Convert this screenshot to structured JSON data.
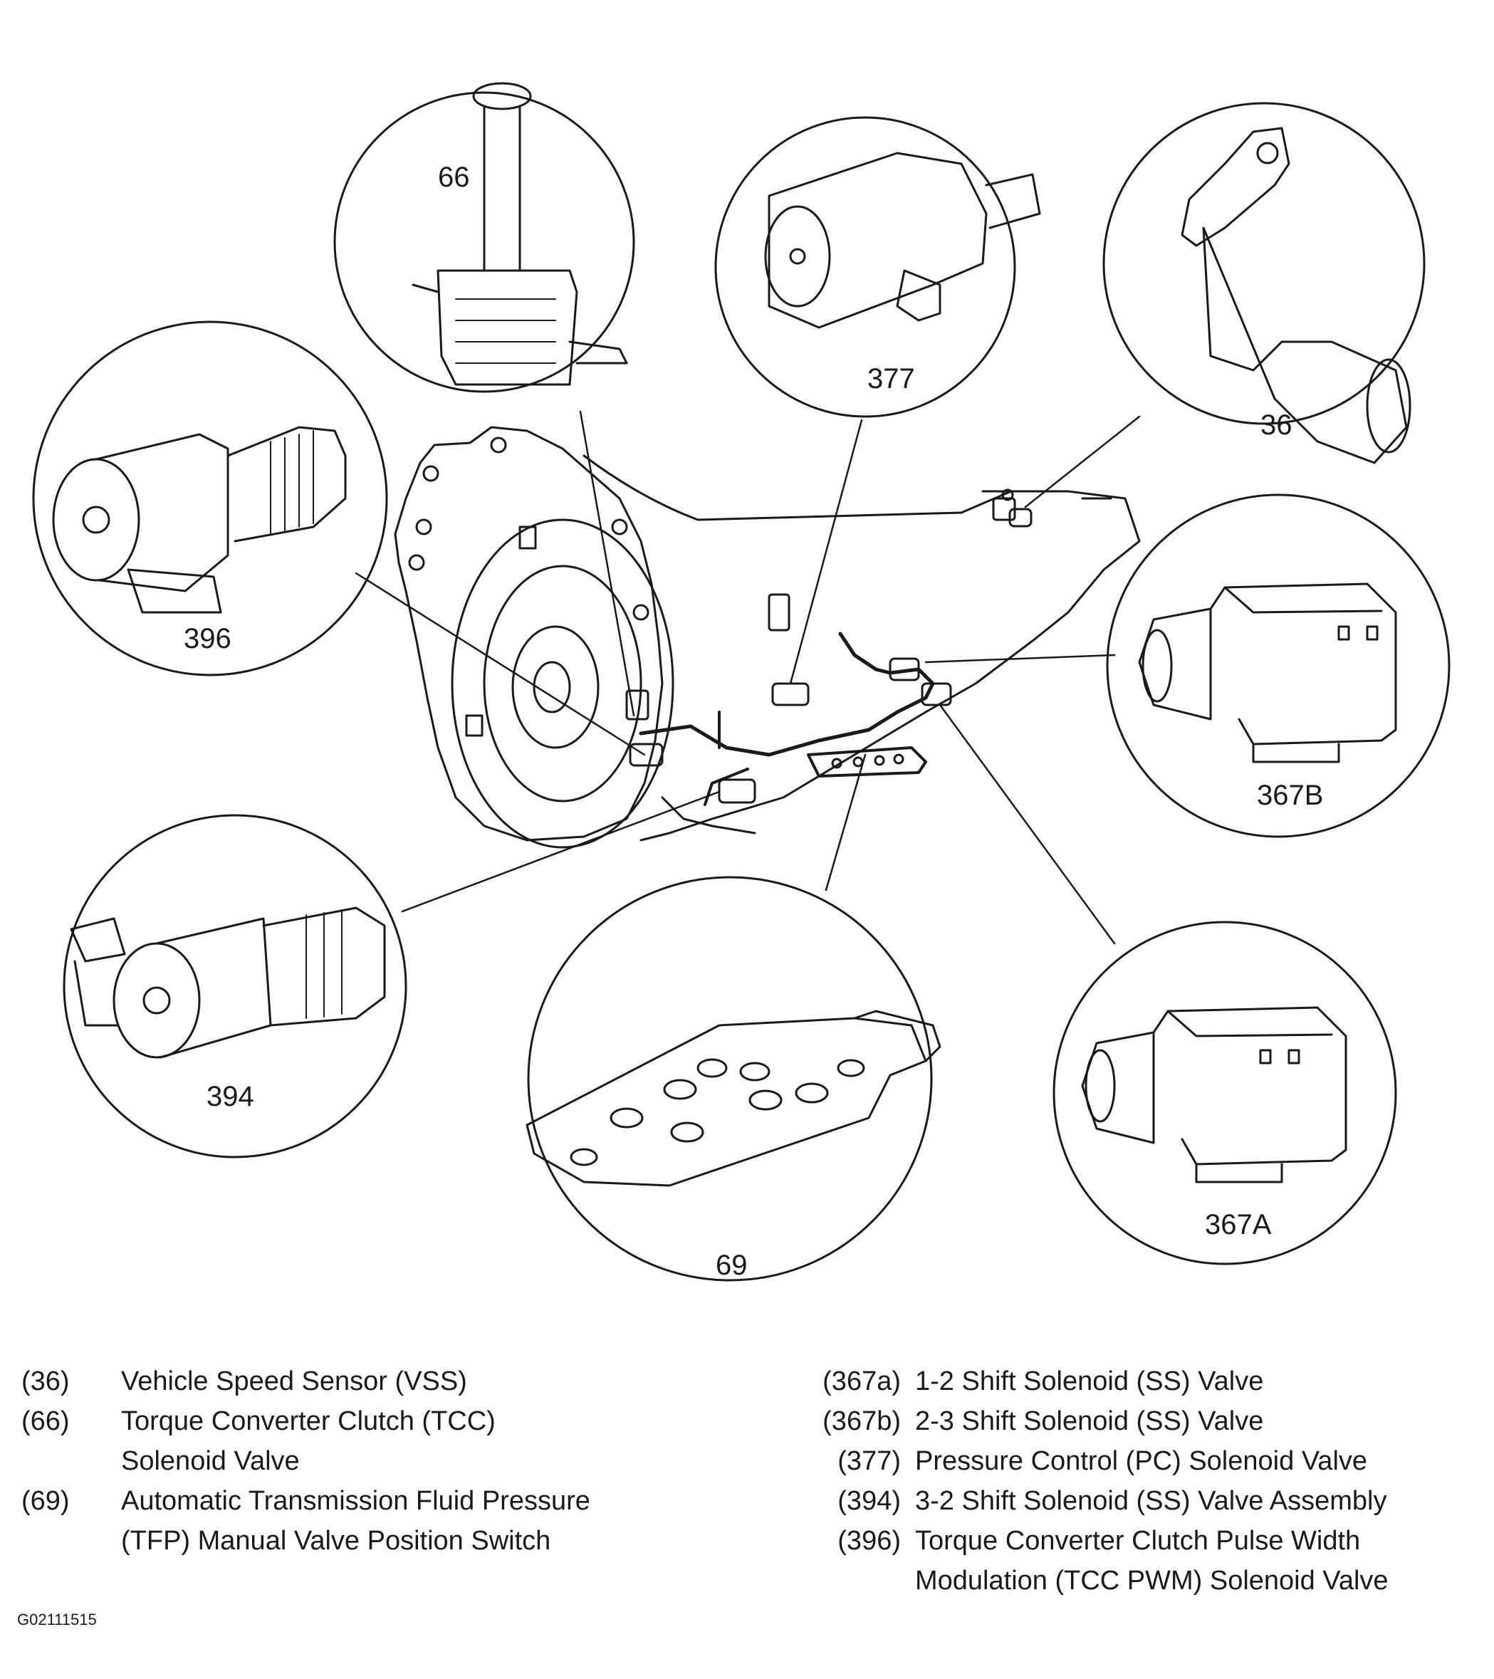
{
  "callouts": {
    "c66": "66",
    "c377": "377",
    "c36": "36",
    "c396": "396",
    "c367b": "367B",
    "c394": "394",
    "c69": "69",
    "c367a": "367A"
  },
  "legend": {
    "left": [
      {
        "num": "(36)",
        "desc": "Vehicle Speed Sensor (VSS)"
      },
      {
        "num": "(66)",
        "desc": "Torque Converter Clutch (TCC) Solenoid Valve"
      },
      {
        "num": "(69)",
        "desc": "Automatic Transmission Fluid Pressure (TFP) Manual Valve Position Switch"
      }
    ],
    "right": [
      {
        "num": "(367a)",
        "desc": "1-2 Shift Solenoid (SS) Valve"
      },
      {
        "num": "(367b)",
        "desc": "2-3 Shift Solenoid (SS) Valve"
      },
      {
        "num": "(377)",
        "desc": "Pressure Control (PC) Solenoid Valve"
      },
      {
        "num": "(394)",
        "desc": "3-2 Shift Solenoid (SS) Valve Assembly"
      },
      {
        "num": "(396)",
        "desc": "Torque Converter Clutch Pulse Width Modulation (TCC PWM) Solenoid Valve"
      }
    ]
  },
  "figure_code": "G02111515"
}
